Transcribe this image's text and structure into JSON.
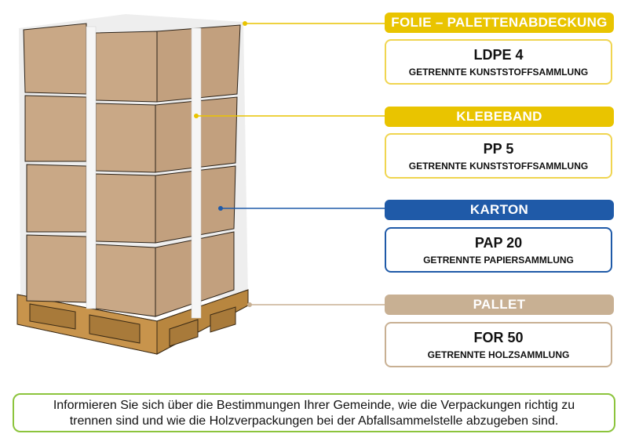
{
  "colors": {
    "folie": "#e9c400",
    "klebeband": "#e9c400",
    "karton": "#1f5aa8",
    "pallet": "#c8b093",
    "note_border": "#8cc43c",
    "box": "#c9a886",
    "pallet_wood": "#c79a55"
  },
  "labels": [
    {
      "id": "folie",
      "title": "FOLIE – PALETTENABDECKUNG",
      "code": "LDPE 4",
      "description": "GETRENNTE KUNSTSTOFFSAMMLUNG"
    },
    {
      "id": "klebeband",
      "title": "KLEBEBAND",
      "code": "PP 5",
      "description": "GETRENNTE KUNSTSTOFFSAMMLUNG"
    },
    {
      "id": "karton",
      "title": "KARTON",
      "code": "PAP 20",
      "description": "GETRENNTE PAPIERSAMMLUNG"
    },
    {
      "id": "pallet",
      "title": "PALLET",
      "code": "FOR 50",
      "description": "GETRENNTE HOLZSAMMLUNG"
    }
  ],
  "note": {
    "line1": "Informieren Sie sich über die Bestimmungen Ihrer Gemeinde, wie die Verpackungen richtig zu",
    "line2": "trennen sind und wie die Holzverpackungen bei der Abfallsammelstelle abzugeben sind."
  }
}
